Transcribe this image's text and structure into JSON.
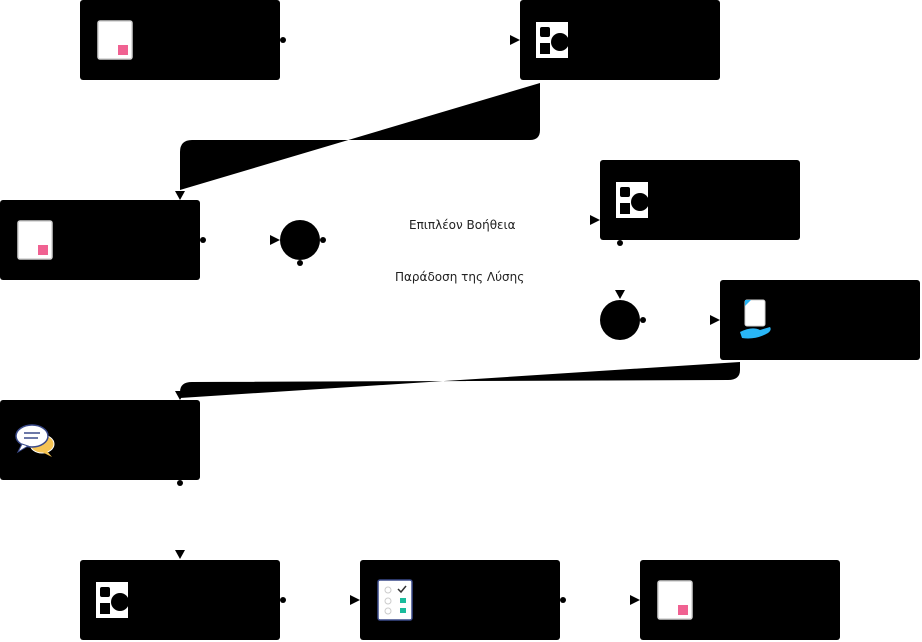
{
  "labels": {
    "more_help": "Επιπλέον Βοήθεια",
    "solution_delivery": "Παράδοση της Λύσης"
  },
  "nodes": [
    {
      "id": "task-1",
      "icon": "document-icon"
    },
    {
      "id": "task-2",
      "icon": "shapes-icon"
    },
    {
      "id": "task-3",
      "icon": "document-icon"
    },
    {
      "id": "gateway-1",
      "icon": "none"
    },
    {
      "id": "task-4",
      "icon": "shapes-icon"
    },
    {
      "id": "gateway-2",
      "icon": "none"
    },
    {
      "id": "task-5",
      "icon": "hand-document-icon"
    },
    {
      "id": "task-6",
      "icon": "chat-bubbles-icon"
    },
    {
      "id": "task-7",
      "icon": "shapes-icon"
    },
    {
      "id": "task-8",
      "icon": "checklist-icon"
    },
    {
      "id": "task-9",
      "icon": "document-icon"
    }
  ],
  "colors": {
    "box": "#000000",
    "icon_pink": "#f06292",
    "icon_teal": "#1abc9c",
    "icon_blue": "#29b6f6",
    "icon_yellow": "#f6c453"
  }
}
